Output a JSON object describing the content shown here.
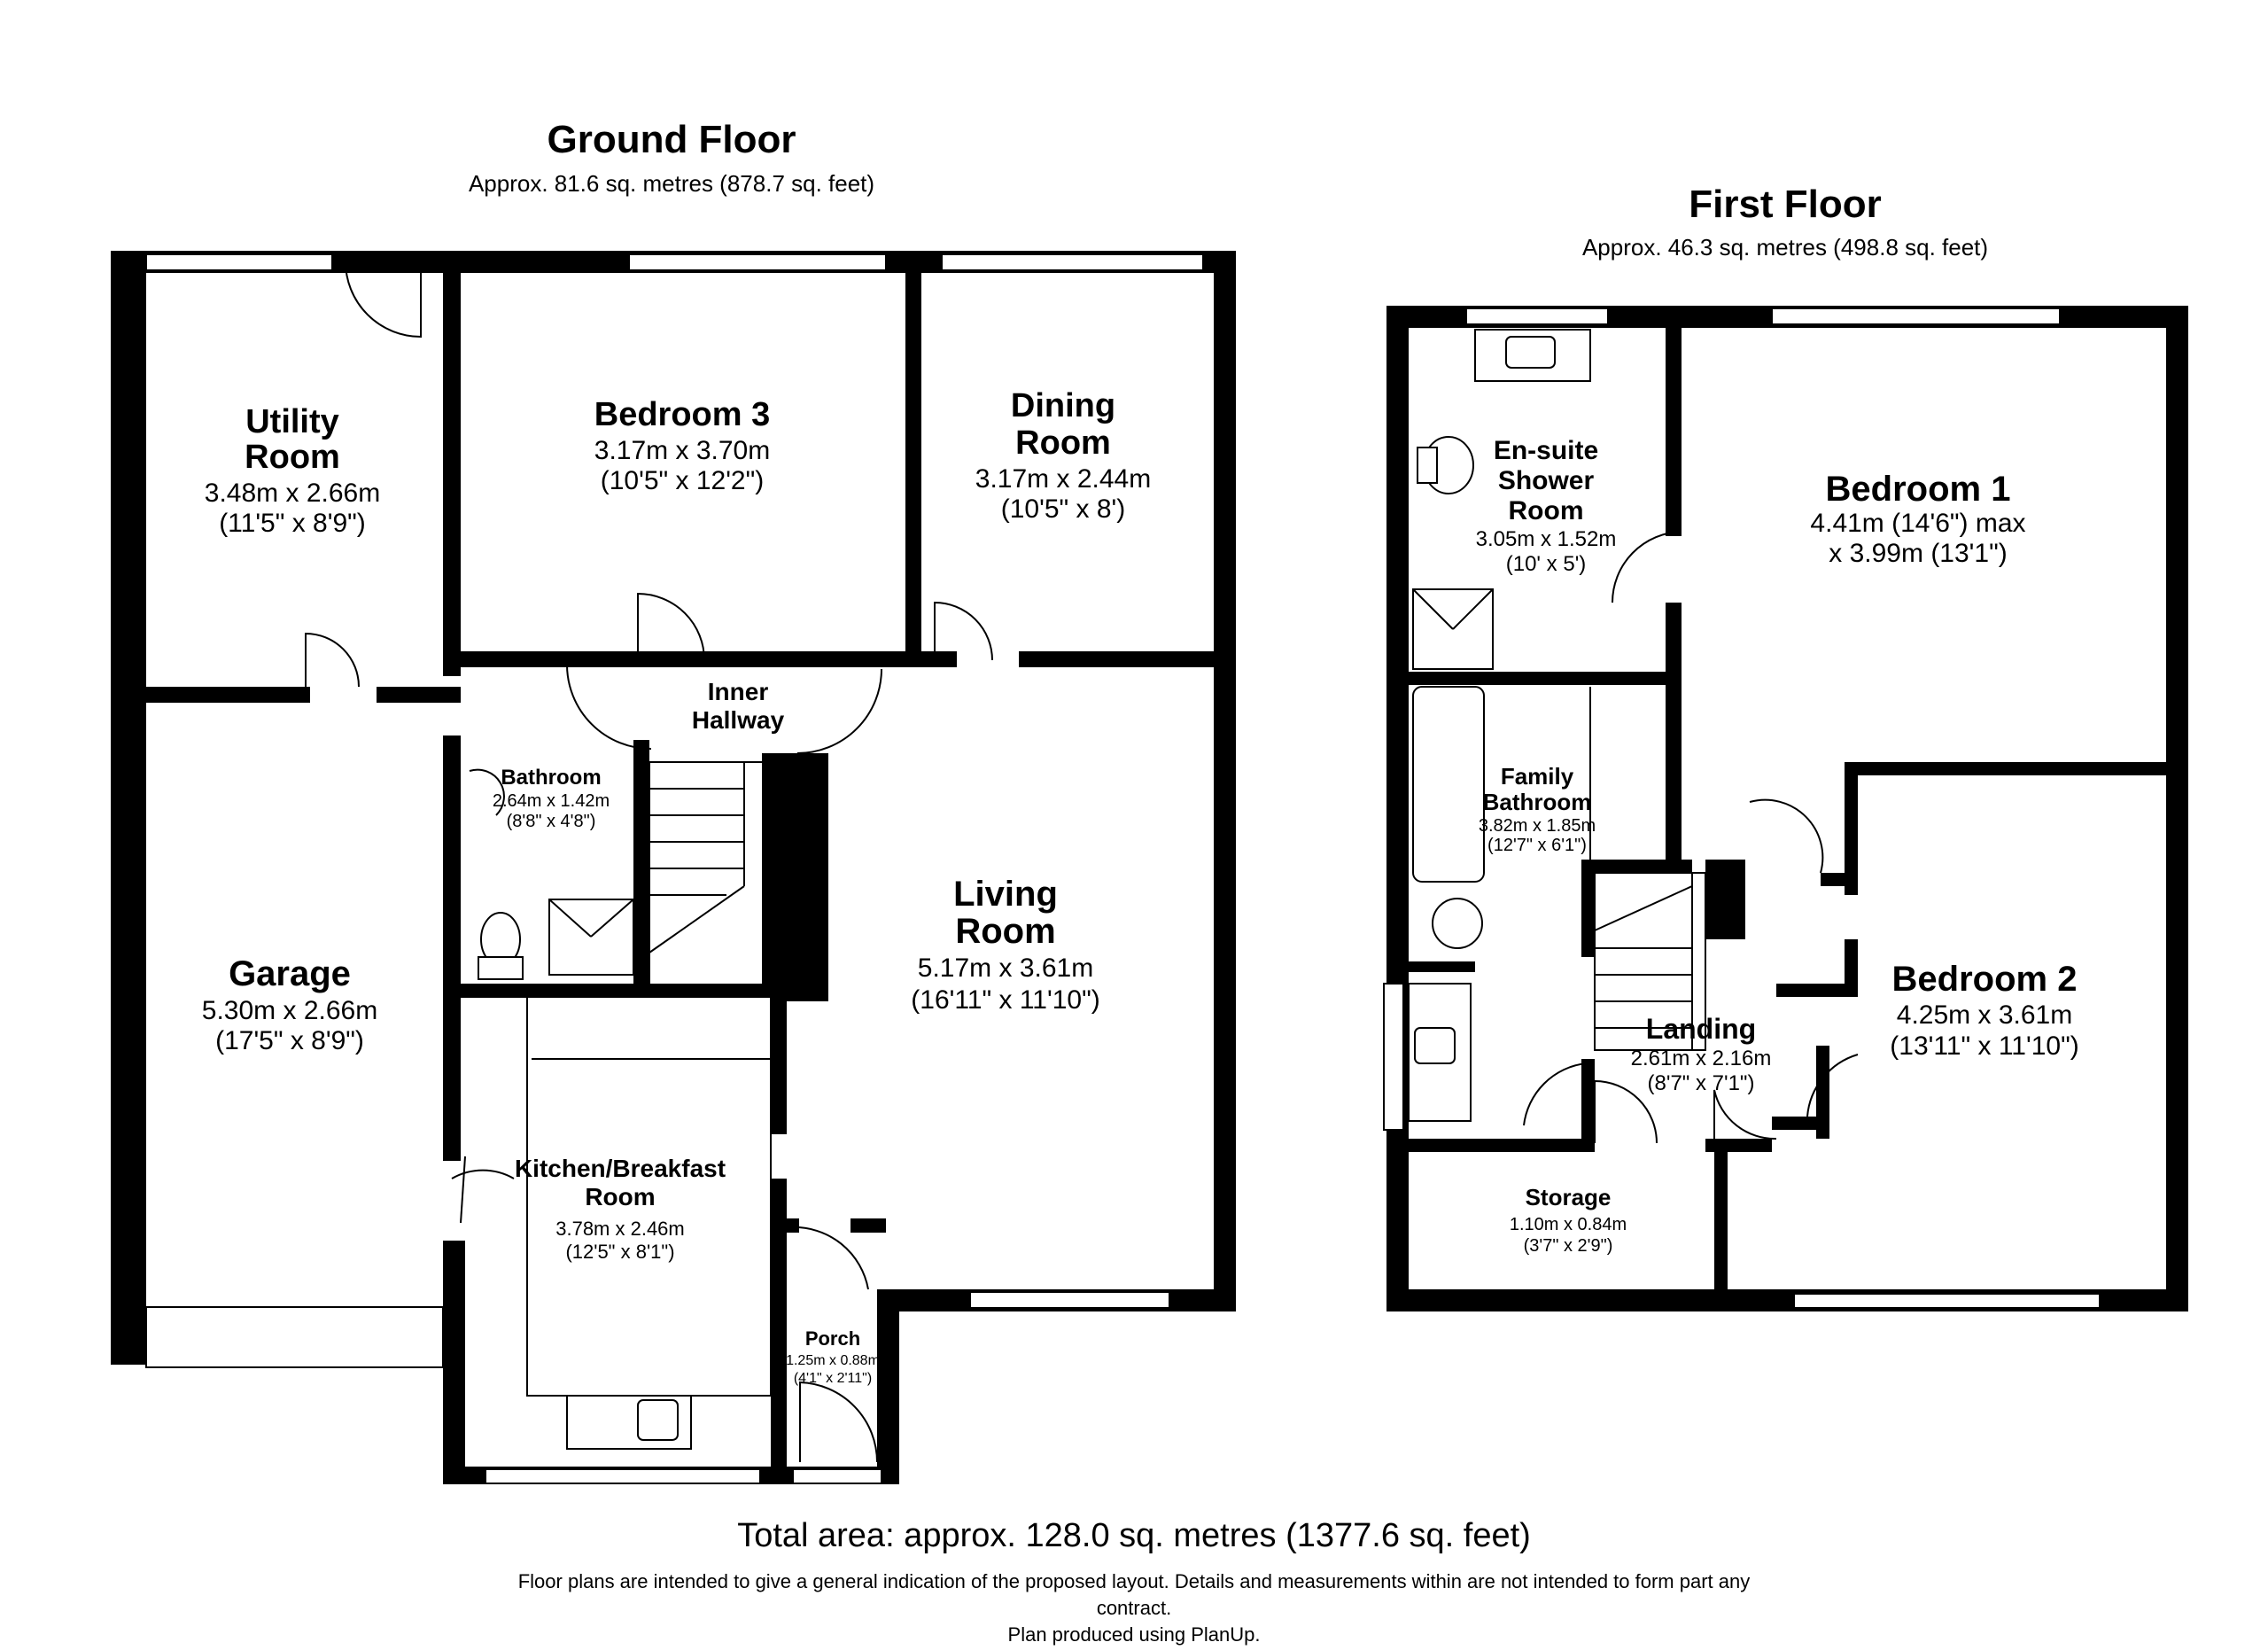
{
  "ground_floor": {
    "title": "Ground Floor",
    "area": "Approx. 81.6 sq. metres (878.7 sq. feet)",
    "rooms": [
      {
        "id": "utility-room",
        "name1": "Utility",
        "name2": "Room",
        "dim1": "3.48m x 2.66m",
        "dim2": "(11'5\" x 8'9\")"
      },
      {
        "id": "bedroom-3",
        "name1": "Bedroom 3",
        "name2": "",
        "dim1": "3.17m x 3.70m",
        "dim2": "(10'5\" x 12'2\")"
      },
      {
        "id": "dining-room",
        "name1": "Dining",
        "name2": "Room",
        "dim1": "3.17m x 2.44m",
        "dim2": "(10'5\" x 8')"
      },
      {
        "id": "inner-hallway",
        "name1": "Inner",
        "name2": "Hallway",
        "dim1": "",
        "dim2": ""
      },
      {
        "id": "bathroom",
        "name1": "Bathroom",
        "name2": "",
        "dim1": "2.64m x 1.42m",
        "dim2": "(8'8\" x 4'8\")"
      },
      {
        "id": "garage",
        "name1": "Garage",
        "name2": "",
        "dim1": "5.30m x 2.66m",
        "dim2": "(17'5\" x 8'9\")"
      },
      {
        "id": "living-room",
        "name1": "Living",
        "name2": "Room",
        "dim1": "5.17m x 3.61m",
        "dim2": "(16'11\" x 11'10\")"
      },
      {
        "id": "kitchen-breakfast-room",
        "name1": "Kitchen/Breakfast",
        "name2": "Room",
        "dim1": "3.78m x 2.46m",
        "dim2": "(12'5\" x 8'1\")"
      },
      {
        "id": "porch",
        "name1": "Porch",
        "name2": "",
        "dim1": "1.25m x 0.88m",
        "dim2": "(4'1\" x 2'11\")"
      }
    ]
  },
  "first_floor": {
    "title": "First Floor",
    "area": "Approx. 46.3 sq. metres (498.8 sq. feet)",
    "rooms": [
      {
        "id": "en-suite",
        "name1": "En-suite",
        "name2": "Shower",
        "name3": "Room",
        "dim1": "3.05m x 1.52m",
        "dim2": "(10' x 5')"
      },
      {
        "id": "bedroom-1",
        "name1": "Bedroom 1",
        "name2": "",
        "dim1": "4.41m (14'6\") max",
        "dim2": "x 3.99m (13'1\")"
      },
      {
        "id": "family-bathroom",
        "name1": "Family",
        "name2": "Bathroom",
        "dim1": "3.82m x 1.85m",
        "dim2": "(12'7\" x 6'1\")"
      },
      {
        "id": "bedroom-2",
        "name1": "Bedroom 2",
        "name2": "",
        "dim1": "4.25m x 3.61m",
        "dim2": "(13'11\" x 11'10\")"
      },
      {
        "id": "landing",
        "name1": "Landing",
        "name2": "",
        "dim1": "2.61m x 2.16m",
        "dim2": "(8'7\" x 7'1\")"
      },
      {
        "id": "storage",
        "name1": "Storage",
        "name2": "",
        "dim1": "1.10m x 0.84m",
        "dim2": "(3'7\" x 2'9\")"
      }
    ]
  },
  "footer": {
    "total_area": "Total area: approx. 128.0 sq. metres (1377.6 sq. feet)",
    "disclaimer_line1": "Floor plans are intended to give a general indication of the proposed layout. Details and measurements within are not intended to form part any",
    "disclaimer_line2": "contract.",
    "produced_by": "Plan produced using PlanUp."
  }
}
